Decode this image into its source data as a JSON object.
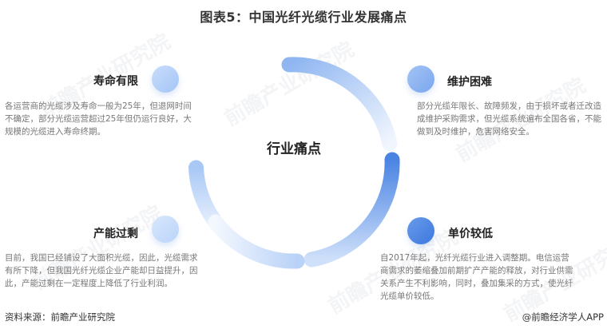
{
  "title": "图表5：中国光纤光缆行业发展痛点",
  "center": {
    "label": "行业痛点"
  },
  "cards": [
    {
      "title": "寿命有限",
      "text": "各运营商的光缆涉及寿命一般为25年，但退网时间不确定，部分光缆运营超过25年但仍运行良好，大规模的光缆进入寿命终期。",
      "dot_color_from": "#c6dcfb",
      "dot_color_to": "#a7c7f6"
    },
    {
      "title": "维护困难",
      "text": "部分光缆年限长、故障频发，由于损坏或者迁改造成维护采购需求，但光缆系统遍布全国各省，不能做到及时维护，危害网络安全。",
      "dot_color_from": "#9fc1f5",
      "dot_color_to": "#7ea9ee"
    },
    {
      "title": "产能过剩",
      "text": "目前，我国已经铺设了大面积光缆，因此，光缆需求有所下降，但我国光纤光缆企业产能却日益提升，因此，产能过剩在一定程度上降低了行业利润。",
      "dot_color_from": "#d3e4fc",
      "dot_color_to": "#bcd5f9"
    },
    {
      "title": "单价较低",
      "text": "自2017年起，光纤光缆行业进入调整期。电信运营商需求的萎缩叠加前期扩产产能的释放，对行业供需关系产生不利影响，同时，叠加集采的方式，使光纤光缆单价较低。",
      "dot_color_from": "#5f93e8",
      "dot_color_to": "#3f7ae0"
    }
  ],
  "watermark": {
    "text": "前瞻产业研究院"
  },
  "footer": {
    "source": "资料来源：前瞻产业研究院",
    "credit": "@前瞻经济学人APP"
  }
}
